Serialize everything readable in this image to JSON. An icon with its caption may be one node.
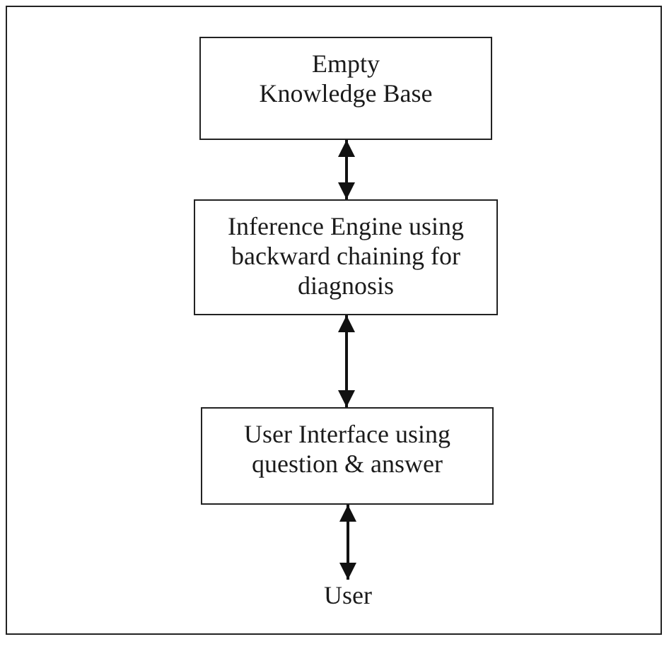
{
  "diagram": {
    "nodes": [
      {
        "text": [
          "Empty Knowledge Base"
        ]
      },
      {
        "text": [
          "Inference Engine using backward chaining for diagnosis"
        ]
      },
      {
        "text": [
          "User Interface using question & answer"
        ]
      },
      {
        "text": [
          "User"
        ]
      }
    ],
    "edges": [
      {
        "from": 0,
        "to": 1,
        "arrow": "both"
      },
      {
        "from": 1,
        "to": 2,
        "arrow": "both"
      },
      {
        "from": 2,
        "to": 3,
        "arrow": "both"
      }
    ]
  }
}
